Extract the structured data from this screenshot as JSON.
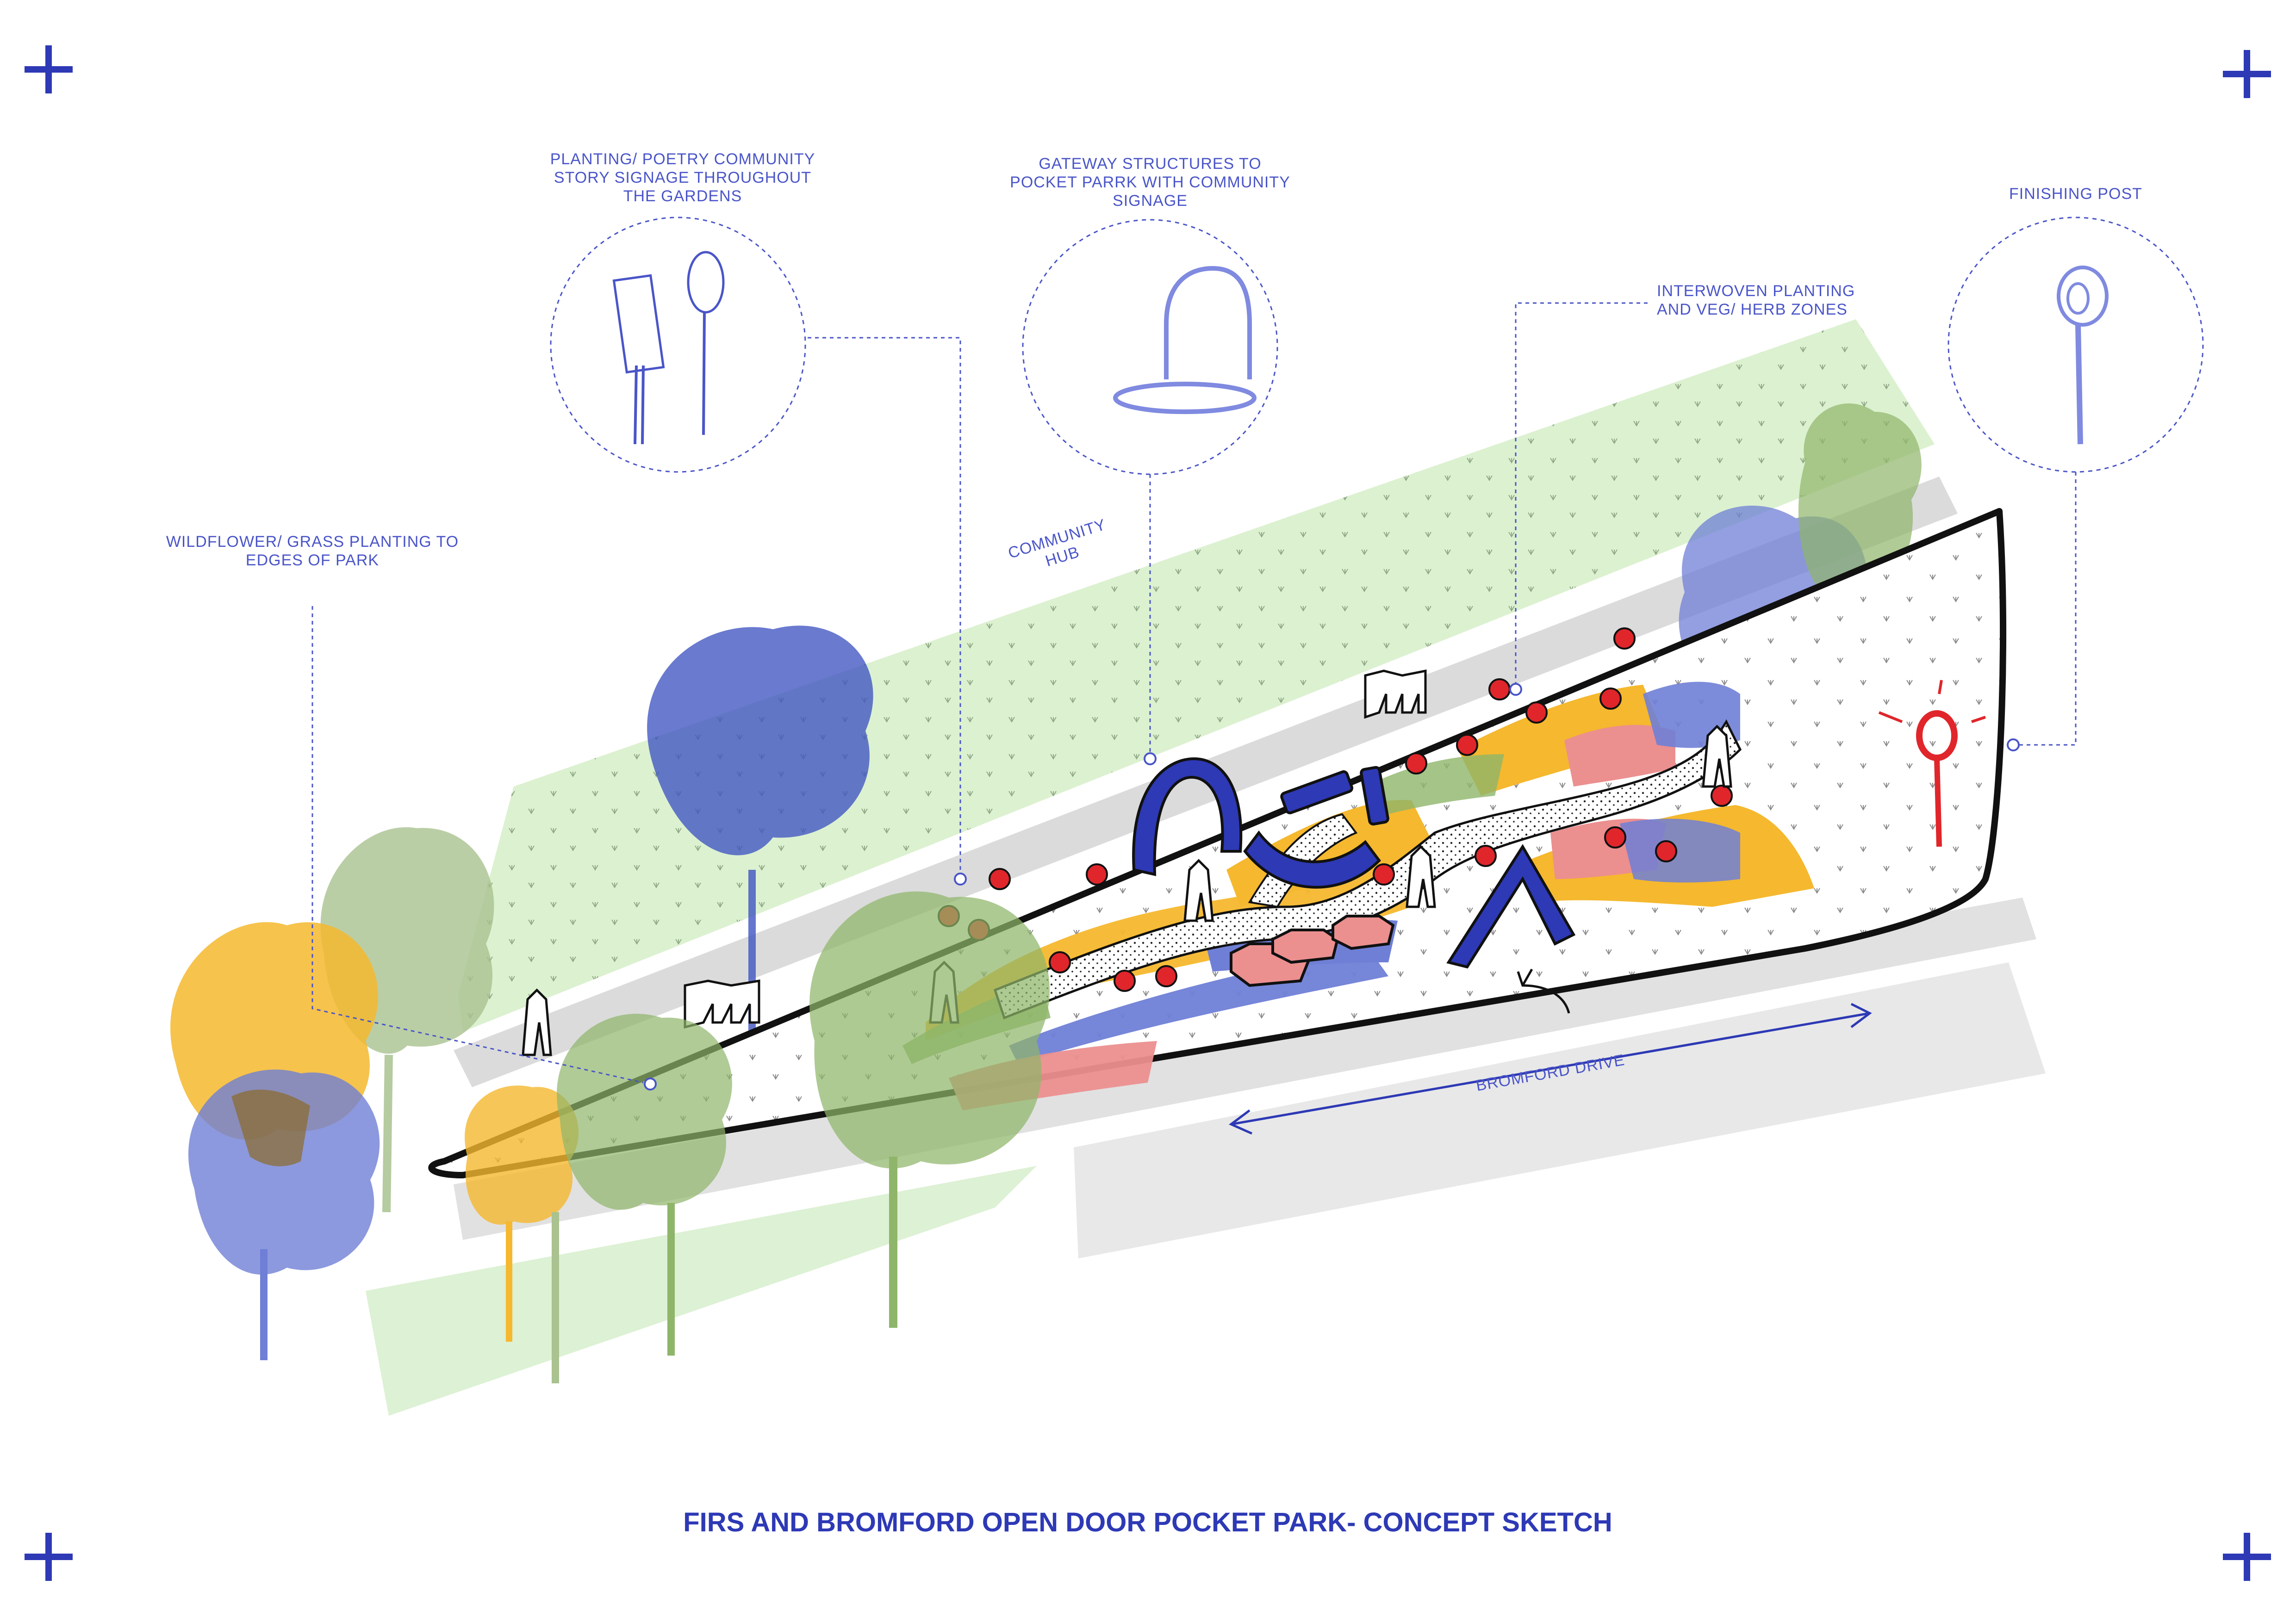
{
  "title": "FIRS AND BROMFORD OPEN DOOR POCKET PARK- CONCEPT SKETCH",
  "callouts": {
    "wildflower": [
      "WILDFLOWER/ GRASS PLANTING TO",
      "EDGES OF PARK"
    ],
    "planting_poetry": [
      "PLANTING/ POETRY COMMUNITY",
      "STORY SIGNAGE THROUGHOUT",
      "THE GARDENS"
    ],
    "gateway": [
      "GATEWAY STRUCTURES TO",
      "POCKET PARRK WITH COMMUNITY",
      "SIGNAGE"
    ],
    "community_hub": [
      "COMMUNITY",
      "HUB"
    ],
    "interwoven": [
      "INTERWOVEN PLANTING",
      "AND VEG/ HERB ZONES"
    ],
    "finishing_post": [
      "FINISHING POST"
    ],
    "road": "BROMFORD DRIVE"
  },
  "colors": {
    "accent_blue": "#2d39b5",
    "annotation_blue": "#4a55c8",
    "tree_blue": "#6f7fd6",
    "tree_yellow": "#f5b82e",
    "tree_green": "#8fb56a",
    "grass_green": "#cfeac0",
    "red_marker": "#e0262b",
    "pink_zone": "#ec8f8f",
    "road_grey": "#e3e3e3"
  },
  "icons": [
    "crop-mark-icon",
    "sign-board-icon",
    "lollipop-sign-icon",
    "gateway-arch-icon",
    "finishing-post-icon",
    "tree-icon",
    "person-figure-icon",
    "marker-pin-icon",
    "direction-arrow-icon"
  ]
}
